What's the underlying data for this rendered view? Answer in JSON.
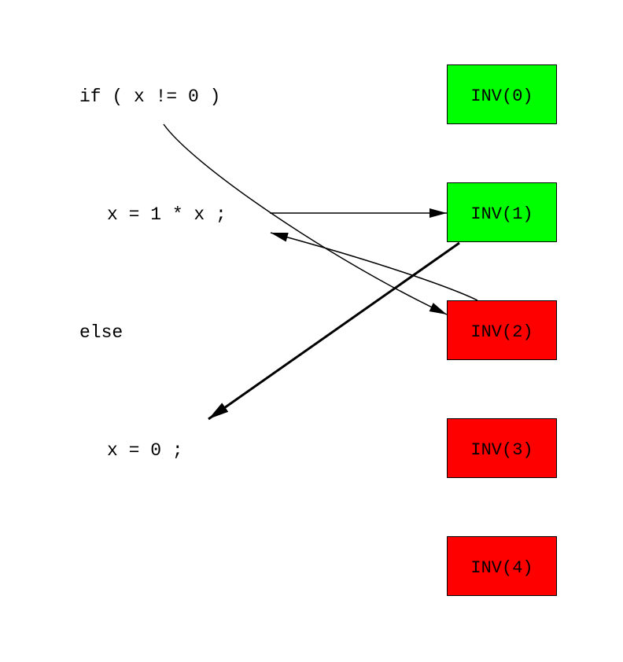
{
  "code_lines": [
    {
      "text": "if ( x != 0 )"
    },
    {
      "text": "x = 1 * x ;"
    },
    {
      "text": "else"
    },
    {
      "text": "x = 0 ;"
    }
  ],
  "invariants": [
    {
      "label": "INV(0)",
      "status": "valid",
      "color": "#00ff00"
    },
    {
      "label": "INV(1)",
      "status": "valid",
      "color": "#00ff00"
    },
    {
      "label": "INV(2)",
      "status": "invalid",
      "color": "#ff0000"
    },
    {
      "label": "INV(3)",
      "status": "invalid",
      "color": "#ff0000"
    },
    {
      "label": "INV(4)",
      "status": "invalid",
      "color": "#ff0000"
    }
  ],
  "edges": [
    {
      "from": "if ( x != 0 )",
      "to": "INV(2)",
      "weight": "normal"
    },
    {
      "from": "x = 1 * x ;",
      "to": "INV(1)",
      "weight": "normal"
    },
    {
      "from": "INV(2)",
      "to": "x = 1 * x ;",
      "weight": "normal"
    },
    {
      "from": "INV(1)",
      "to": "x = 0 ;",
      "weight": "bold"
    }
  ]
}
